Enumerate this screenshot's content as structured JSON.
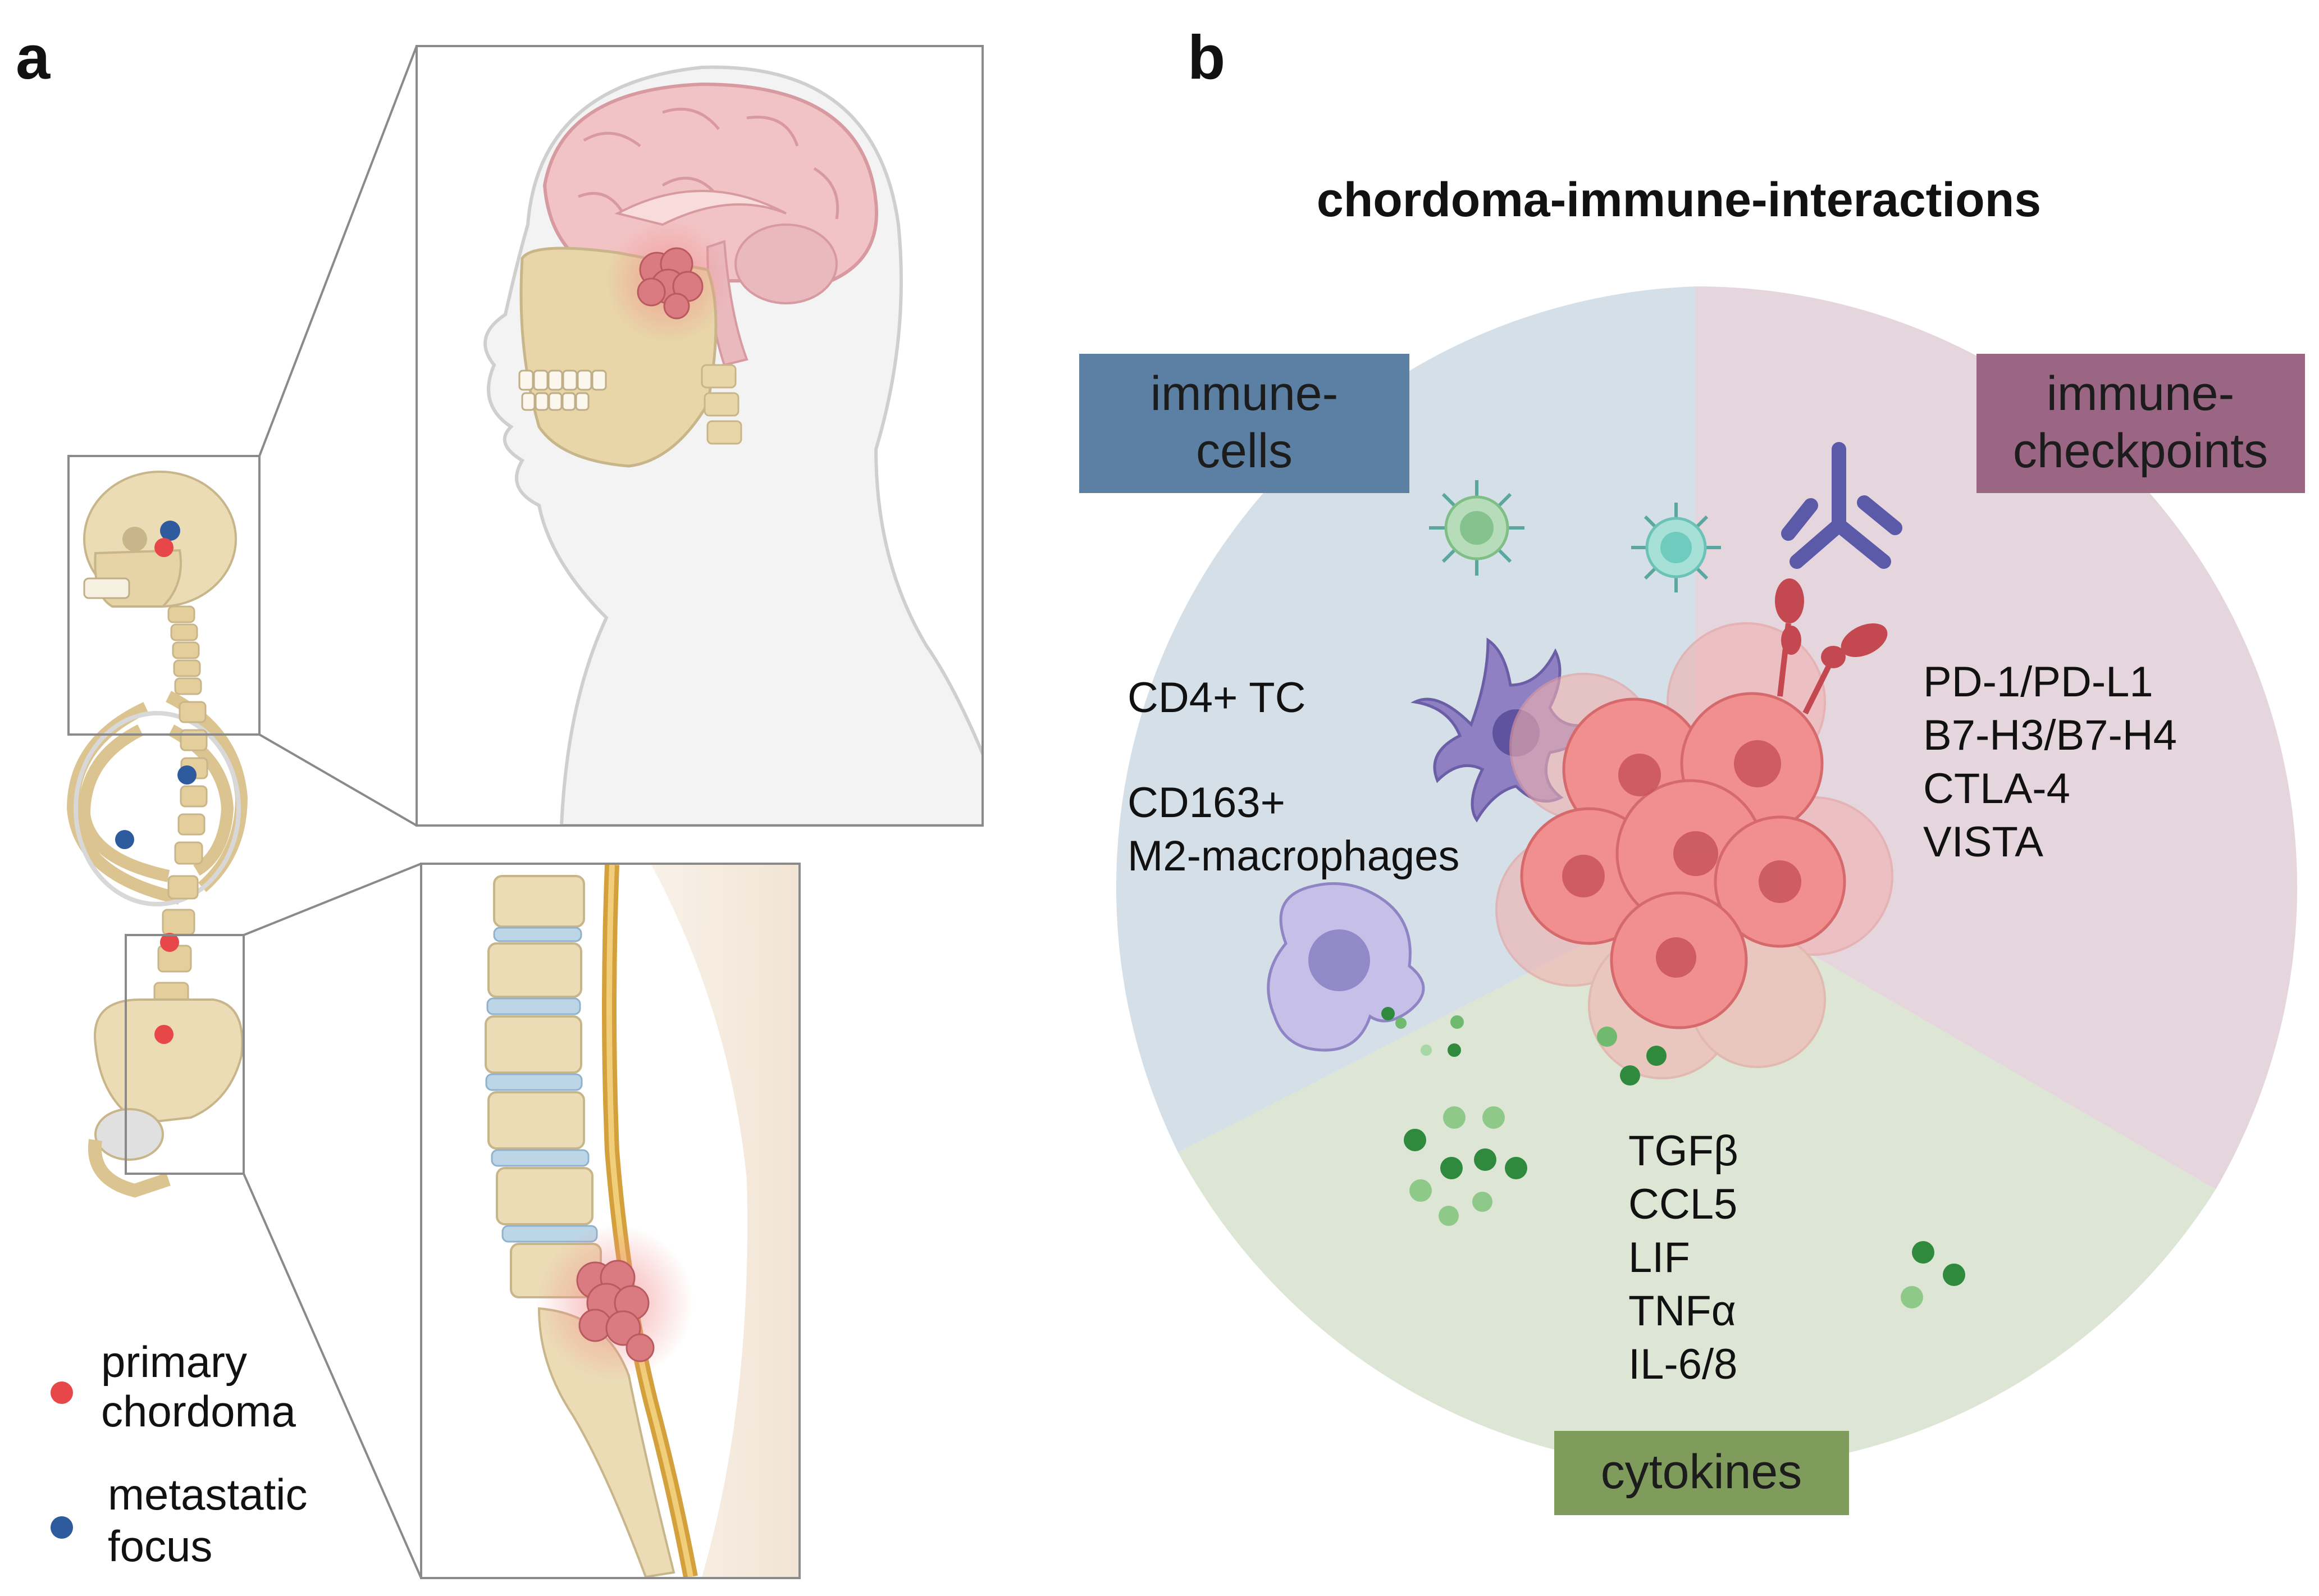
{
  "panel_a": {
    "letter": "a",
    "legend": {
      "primary": {
        "line1": "primary",
        "line2": "chordoma",
        "color": "#e8474a"
      },
      "metastatic": {
        "line1": "metastatic",
        "line2": "focus",
        "color": "#2e5a9e"
      }
    }
  },
  "panel_b": {
    "letter": "b",
    "title": "chordoma-immune-interactions",
    "sectors": {
      "immune_cells": {
        "line1": "immune-",
        "line2": "cells",
        "bg": "#d5dfe7",
        "label_bg": "#5c80a3"
      },
      "immune_checkpoints": {
        "line1": "immune-",
        "line2": "checkpoints",
        "bg": "#e5d6de",
        "label_bg": "#9a6683"
      },
      "cytokines": {
        "label": "cytokines",
        "bg": "#dde5d4",
        "label_bg": "#7f9c5d"
      }
    },
    "immune_cell_list": [
      "CD4+ TC",
      "CD163+",
      "M2-macrophages"
    ],
    "checkpoint_list": [
      "PD-1/PD-L1",
      "B7-H3/B7-H4",
      "CTLA-4",
      "VISTA"
    ],
    "cytokine_list": [
      "TGFβ",
      "CCL5",
      "LIF",
      "TNFα",
      "IL-6/8"
    ]
  }
}
